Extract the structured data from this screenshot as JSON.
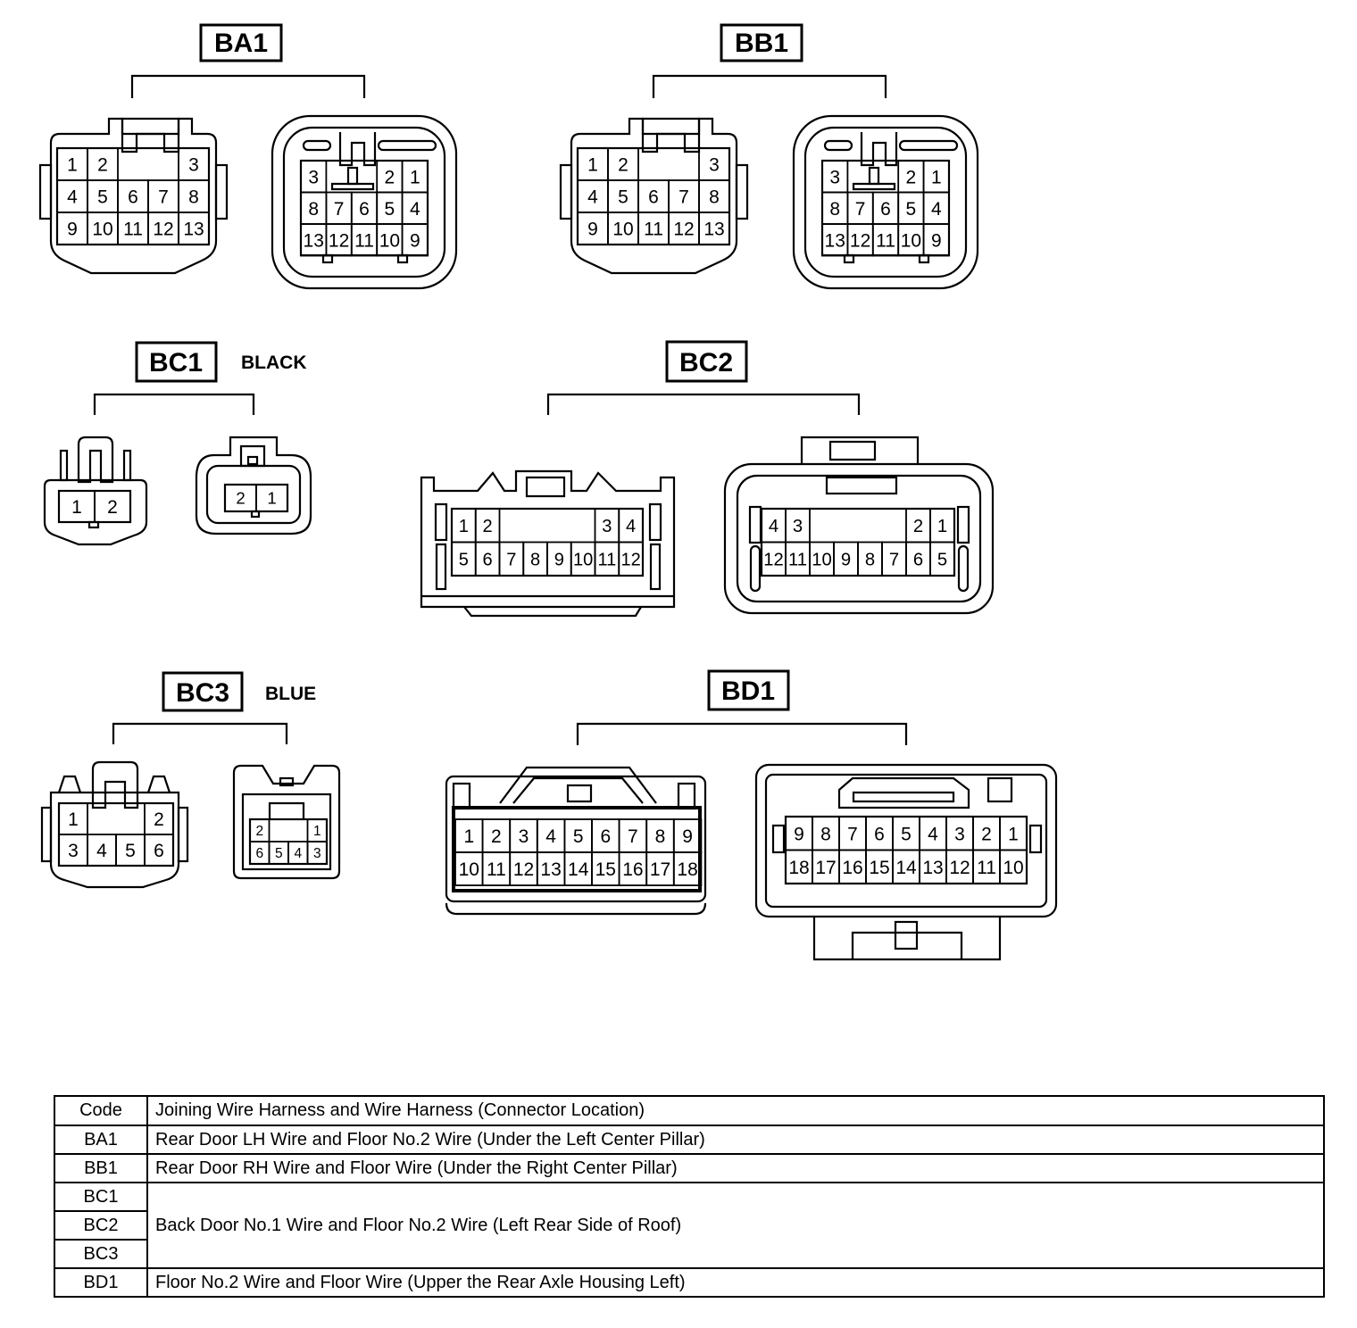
{
  "connectors": [
    {
      "code": "BA1",
      "a": {
        "rows": [
          [
            "1",
            "2",
            "",
            "",
            "3"
          ],
          [
            "4",
            "5",
            "6",
            "7",
            "8"
          ],
          [
            "9",
            "10",
            "11",
            "12",
            "13"
          ]
        ]
      },
      "b": {
        "rows": [
          [
            "3",
            "",
            "",
            "2",
            "1"
          ],
          [
            "8",
            "7",
            "6",
            "5",
            "4"
          ],
          [
            "13",
            "12",
            "11",
            "10",
            "9"
          ]
        ]
      }
    },
    {
      "code": "BB1",
      "a": {
        "rows": [
          [
            "1",
            "2",
            "",
            "",
            "3"
          ],
          [
            "4",
            "5",
            "6",
            "7",
            "8"
          ],
          [
            "9",
            "10",
            "11",
            "12",
            "13"
          ]
        ]
      },
      "b": {
        "rows": [
          [
            "3",
            "",
            "",
            "2",
            "1"
          ],
          [
            "8",
            "7",
            "6",
            "5",
            "4"
          ],
          [
            "13",
            "12",
            "11",
            "10",
            "9"
          ]
        ]
      }
    },
    {
      "code": "BC1",
      "color": "BLACK",
      "a": {
        "rows": [
          [
            "1",
            "2"
          ]
        ]
      },
      "b": {
        "rows": [
          [
            "2",
            "1"
          ]
        ]
      }
    },
    {
      "code": "BC2",
      "a": {
        "rows": [
          [
            "1",
            "2",
            "",
            "",
            "",
            "",
            "3",
            "4"
          ],
          [
            "5",
            "6",
            "7",
            "8",
            "9",
            "10",
            "11",
            "12"
          ]
        ]
      },
      "b": {
        "rows": [
          [
            "4",
            "3",
            "",
            "",
            "",
            "",
            "2",
            "1"
          ],
          [
            "12",
            "11",
            "10",
            "9",
            "8",
            "7",
            "6",
            "5"
          ]
        ]
      }
    },
    {
      "code": "BC3",
      "color": "BLUE",
      "a": {
        "rows": [
          [
            "1",
            "",
            "",
            "2"
          ],
          [
            "3",
            "4",
            "5",
            "6"
          ]
        ]
      },
      "b": {
        "rows": [
          [
            "2",
            "",
            "",
            "1"
          ],
          [
            "6",
            "5",
            "4",
            "3"
          ]
        ]
      }
    },
    {
      "code": "BD1",
      "a": {
        "rows": [
          [
            "1",
            "2",
            "3",
            "4",
            "5",
            "6",
            "7",
            "8",
            "9"
          ],
          [
            "10",
            "11",
            "12",
            "13",
            "14",
            "15",
            "16",
            "17",
            "18"
          ]
        ]
      },
      "b": {
        "rows": [
          [
            "9",
            "8",
            "7",
            "6",
            "5",
            "4",
            "3",
            "2",
            "1"
          ],
          [
            "18",
            "17",
            "16",
            "15",
            "14",
            "13",
            "12",
            "11",
            "10"
          ]
        ]
      }
    }
  ],
  "legend": {
    "header": {
      "code": "Code",
      "desc": "Joining Wire Harness and Wire Harness (Connector Location)"
    },
    "rows": [
      {
        "code": "BA1",
        "desc": "Rear Door LH Wire and Floor No.2 Wire (Under the Left Center Pillar)"
      },
      {
        "code": "BB1",
        "desc": "Rear Door RH Wire and Floor Wire (Under the Right Center Pillar)"
      },
      {
        "code": "BC1",
        "desc": "Back Door No.1 Wire and Floor No.2 Wire (Left Rear Side of Roof)"
      },
      {
        "code": "BC2",
        "desc": ""
      },
      {
        "code": "BC3",
        "desc": ""
      },
      {
        "code": "BD1",
        "desc": "Floor No.2 Wire and Floor Wire (Upper the Rear Axle Housing Left)"
      }
    ]
  }
}
